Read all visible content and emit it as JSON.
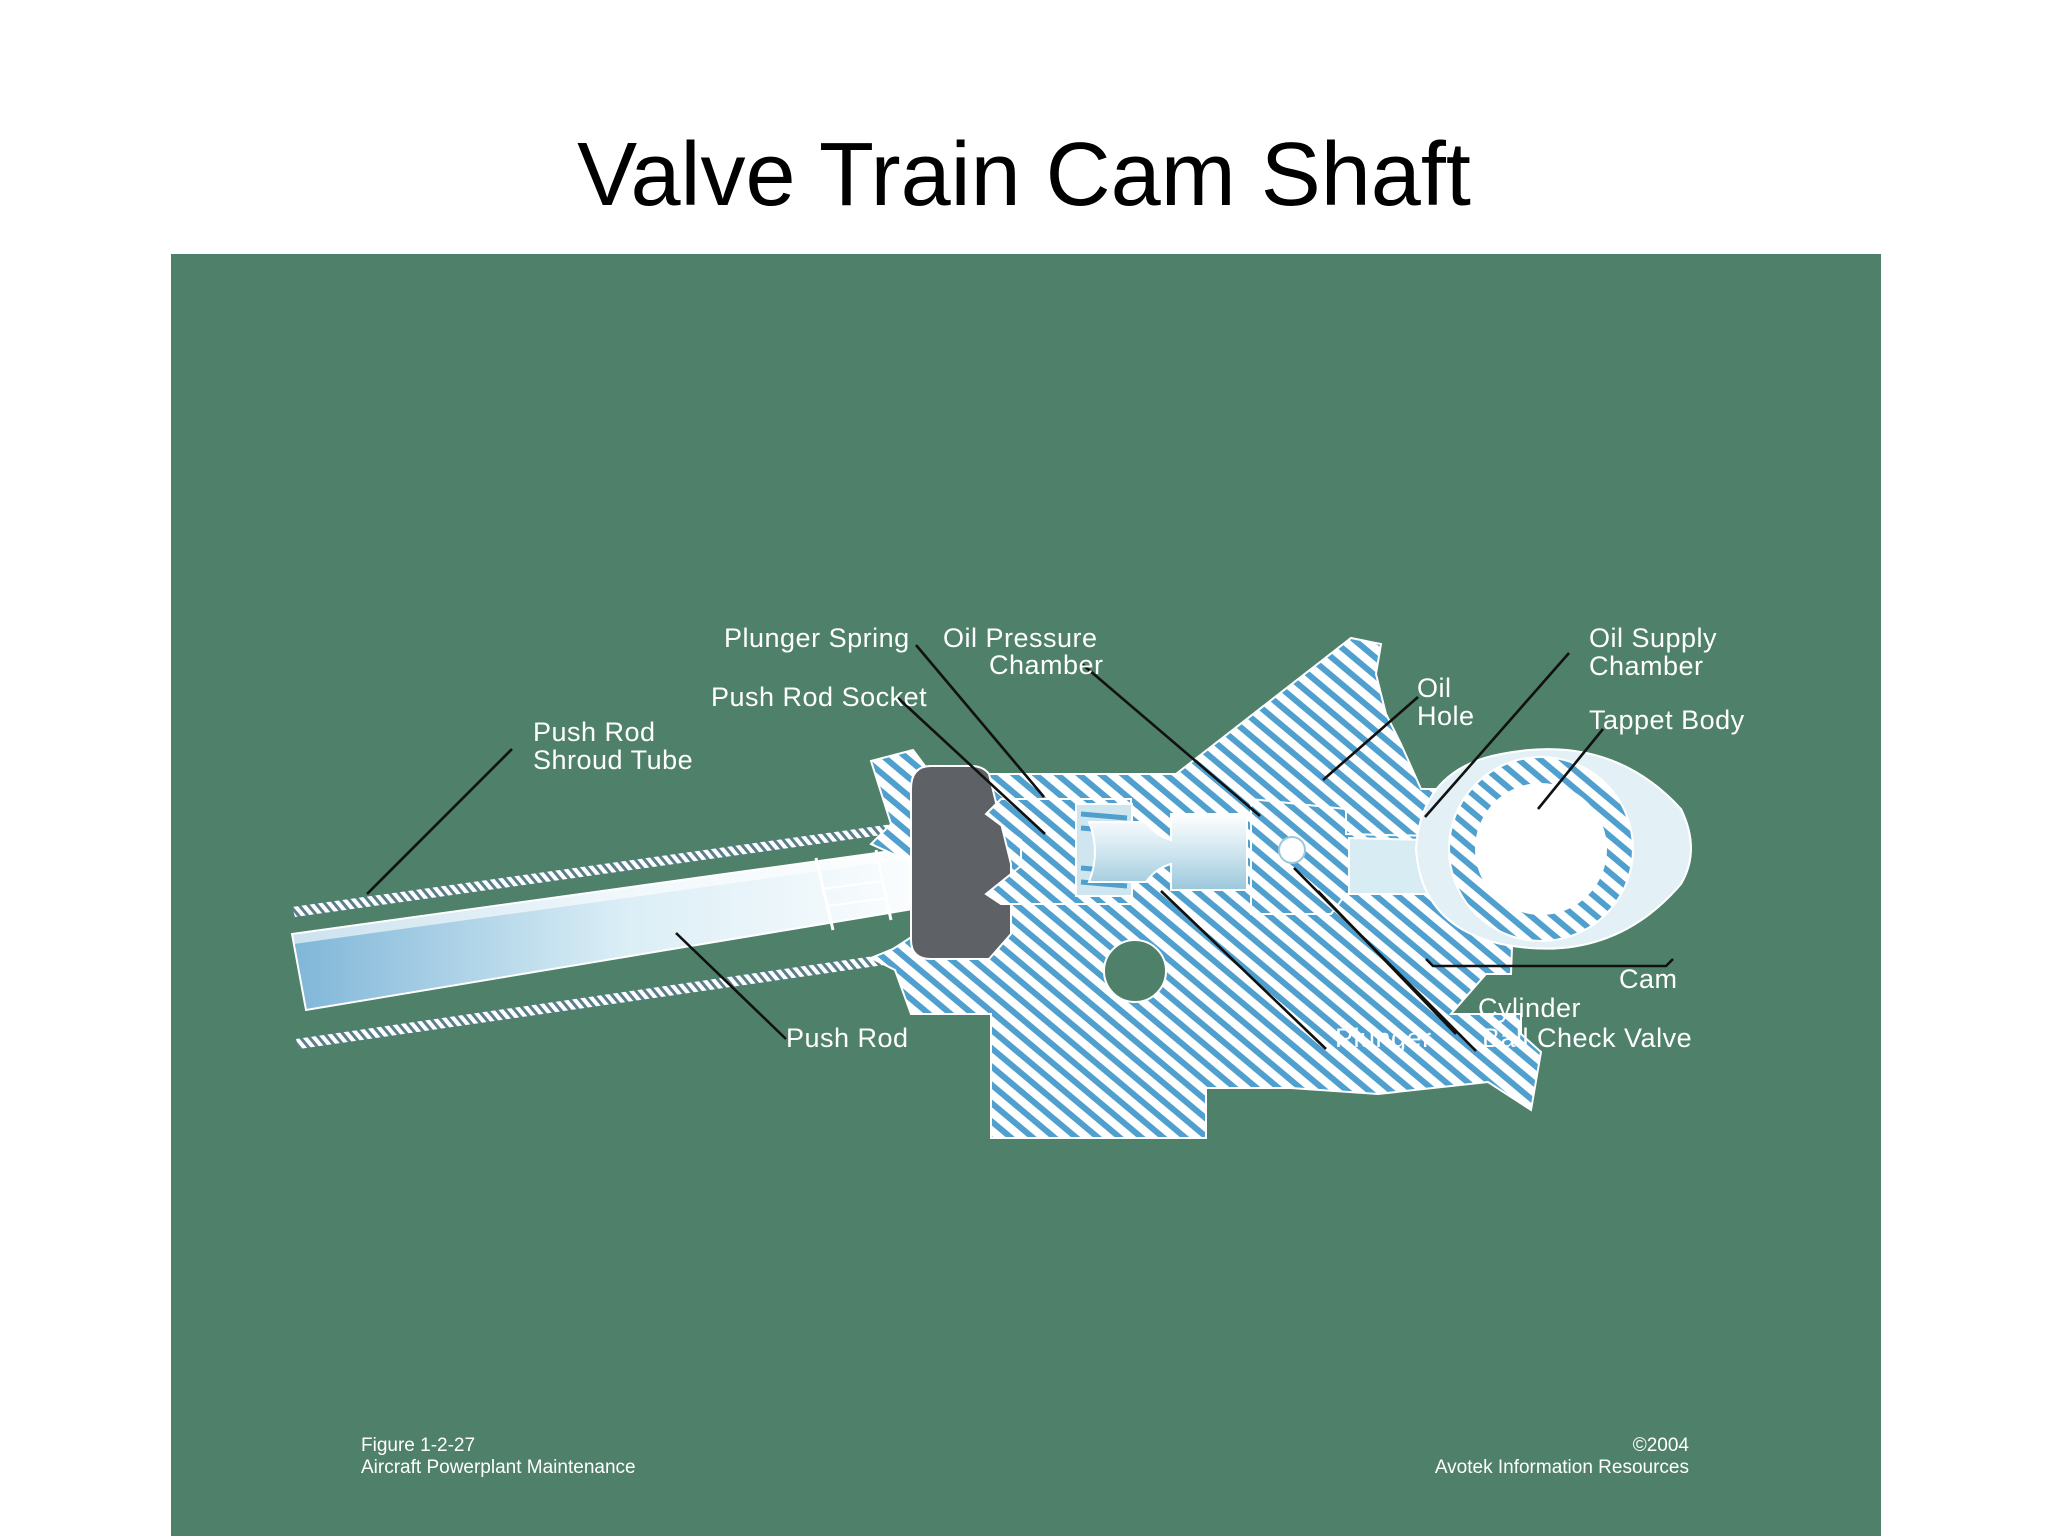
{
  "slide": {
    "title": "Valve Train Cam Shaft"
  },
  "diagram": {
    "labels": {
      "push_rod_shroud_tube": [
        "Push Rod",
        "Shroud Tube"
      ],
      "plunger_spring": [
        "Plunger Spring"
      ],
      "push_rod_socket": [
        "Push Rod Socket"
      ],
      "oil_pressure_chamber": [
        "Oil Pressure",
        "Chamber"
      ],
      "oil_hole": [
        "Oil",
        "Hole"
      ],
      "oil_supply_chamber": [
        "Oil Supply",
        "Chamber"
      ],
      "tappet_body": [
        "Tappet Body"
      ],
      "cam": [
        "Cam"
      ],
      "cylinder": [
        "Cylinder"
      ],
      "ball_check_valve": [
        "Ball Check Valve"
      ],
      "plunger": [
        "Plunger"
      ],
      "push_rod": [
        "Push Rod"
      ]
    },
    "footer": {
      "figure_number": "Figure 1-2-27",
      "book_title": "Aircraft Powerplant Maintenance",
      "copyright": "©2004",
      "publisher": "Avotek Information Resources"
    }
  },
  "colors": {
    "panel_bg": "#4e806a",
    "hatch": "#4f9fcf",
    "part_fill": "#e8f4f8",
    "leader": "#111111"
  }
}
